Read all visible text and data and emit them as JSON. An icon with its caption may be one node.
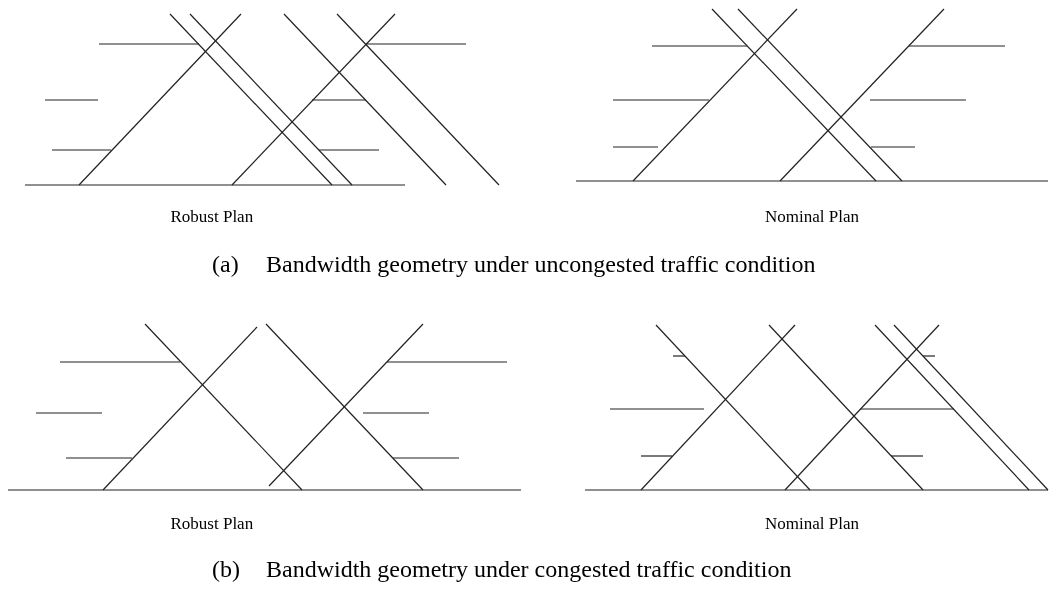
{
  "diagram": {
    "labels": [
      "Robust Plan",
      "Nominal Plan",
      "(a)",
      "Bandwidth geometry under uncongested traffic condition",
      "Robust Plan",
      "Nominal Plan",
      "(b)",
      "Bandwidth geometry under congested traffic condition"
    ]
  }
}
